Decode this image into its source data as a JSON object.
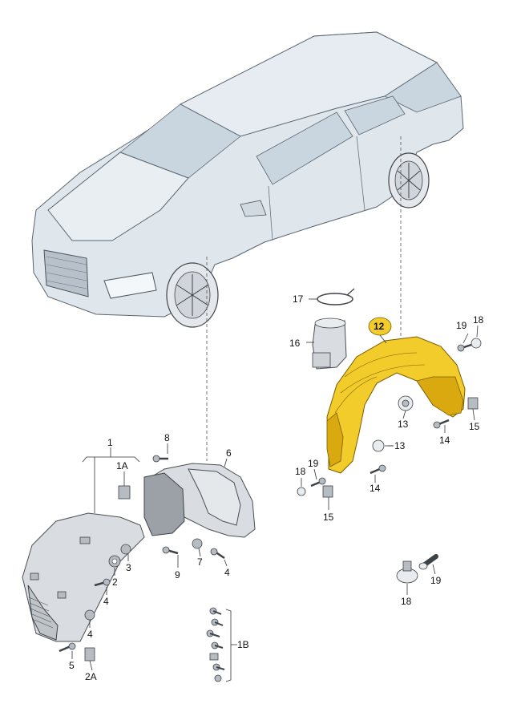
{
  "diagram": {
    "labels": {
      "p1": "1",
      "p1a": "1A",
      "p1b": "1B",
      "p2": "2",
      "p2a": "2A",
      "p3": "3",
      "p4a": "4",
      "p4b": "4",
      "p5": "5",
      "p6": "6",
      "p7": "7",
      "p8": "8",
      "p9": "9",
      "p12": "12",
      "p13a": "13",
      "p13b": "13",
      "p14a": "14",
      "p14b": "14",
      "p15a": "15",
      "p15b": "15",
      "p16": "16",
      "p17": "17",
      "p18a": "18",
      "p18b": "18",
      "p18c": "18",
      "p19a": "19",
      "p19b": "19",
      "p19c": "19"
    },
    "colors": {
      "highlight": "#f2cc2a",
      "car_body": "#dfe6ec",
      "part_grey": "#d9dde1"
    },
    "highlighted_part": "12"
  }
}
